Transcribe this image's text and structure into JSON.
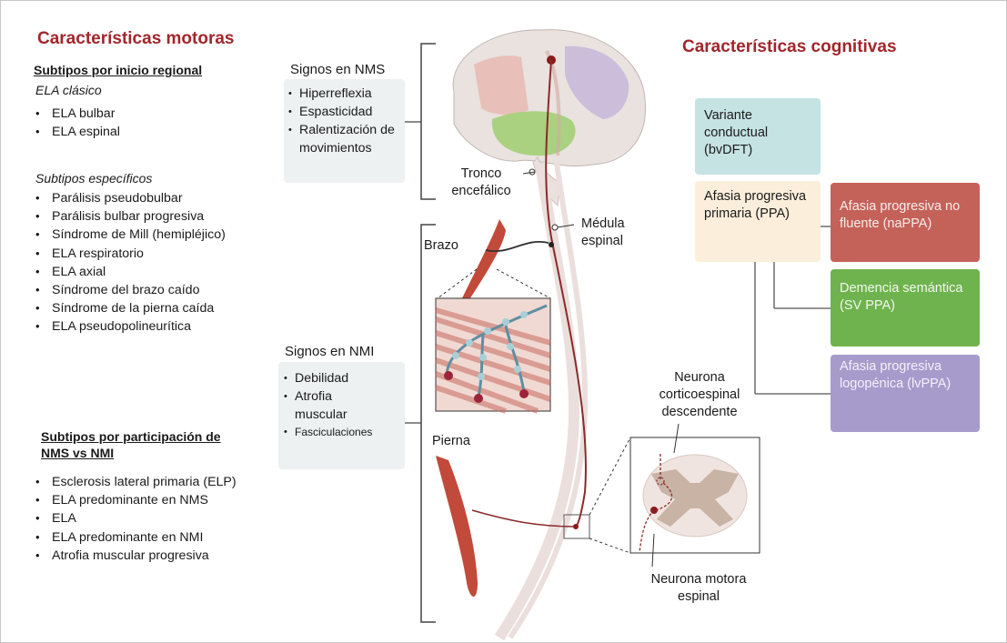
{
  "motor": {
    "title": "Características motoras",
    "regional": {
      "heading": "Subtipos por inicio regional",
      "classic_label": "ELA clásico",
      "classic_items": [
        "ELA bulbar",
        "ELA espinal"
      ],
      "specific_label": "Subtipos específicos",
      "specific_items": [
        "Parálisis pseudobulbar",
        "Parálisis bulbar progresiva",
        "Síndrome de Mill (hemipléjico)",
        "ELA respiratorio",
        "ELA axial",
        "Síndrome del brazo caído",
        "Síndrome de la pierna caída",
        "ELA pseudopolineurítica"
      ]
    },
    "participation": {
      "heading_line1": "Subtipos por participación de",
      "heading_line2": "NMS vs NMI",
      "items": [
        "Esclerosis lateral primaria (ELP)",
        "ELA predominante en NMS",
        "ELA",
        "ELA predominante en NMI",
        "Atrofia muscular progresiva"
      ]
    }
  },
  "nms": {
    "heading": "Signos en NMS",
    "items": [
      "Hiperreflexia",
      "Espasticidad",
      "Ralentización de movimientos"
    ]
  },
  "nmi": {
    "heading": "Signos en NMI",
    "items": [
      "Debilidad",
      "Atrofia muscular",
      "Fasciculaciones"
    ]
  },
  "anatomy": {
    "brainstem": "Tronco encefálico",
    "spinal_cord": "Médula espinal",
    "arm": "Brazo",
    "leg": "Pierna",
    "corticospinal": "Neurona corticoespinal descendente",
    "motor_neuron": "Neurona motora espinal"
  },
  "cognitive": {
    "title": "Características cognitivas",
    "bvftd": "Variante conductual (bvDFT)",
    "ppa": "Afasia progresiva primaria (PPA)",
    "napp": "Afasia progresiva no fluente (naPPA)",
    "sv": "Demencia semántica (SV PPA)",
    "lv": "Afasia progresiva logopénica (lvPPA)"
  },
  "colors": {
    "title": "#a2262b",
    "bvftd_box": "#c6e3e4",
    "ppa_box": "#fbeedb",
    "napp_box": "#c4625a",
    "sv_box": "#6fb34f",
    "lv_box": "#a79bcc",
    "signs_box": "#eef1f1"
  }
}
